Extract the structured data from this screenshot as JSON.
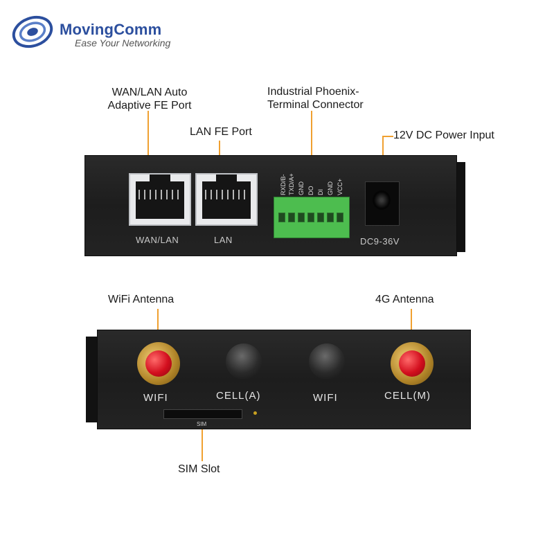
{
  "brand": {
    "name": "MovingComm",
    "tagline": "Ease Your Networking",
    "color": "#2c4f9e"
  },
  "callouts": {
    "wan_lan_port": [
      "WAN/LAN Auto",
      "Adaptive FE Port"
    ],
    "lan_port": "LAN FE Port",
    "phoenix_connector": [
      "Industrial Phoenix-",
      "Terminal Connector"
    ],
    "dc_power": "12V DC Power Input",
    "wifi_antenna": "WiFi Antenna",
    "antenna_4g": "4G Antenna",
    "sim_slot": "SIM Slot"
  },
  "front_panel": {
    "wan_lan_label": "WAN/LAN",
    "lan_label": "LAN",
    "dc_label": "DC9-36V",
    "terminal_pins": [
      "RXD/B-",
      "TXD/A+",
      "GND",
      "DO",
      "DI",
      "GND",
      "VCC+"
    ]
  },
  "back_panel": {
    "labels": [
      "WIFI",
      "CELL(A)",
      "WIFI",
      "CELL(M)"
    ],
    "sim_tag": "SIM"
  },
  "colors": {
    "leader": "#f0a030",
    "terminal": "#4dbd4f",
    "antenna_cap": "#d30f1e"
  }
}
